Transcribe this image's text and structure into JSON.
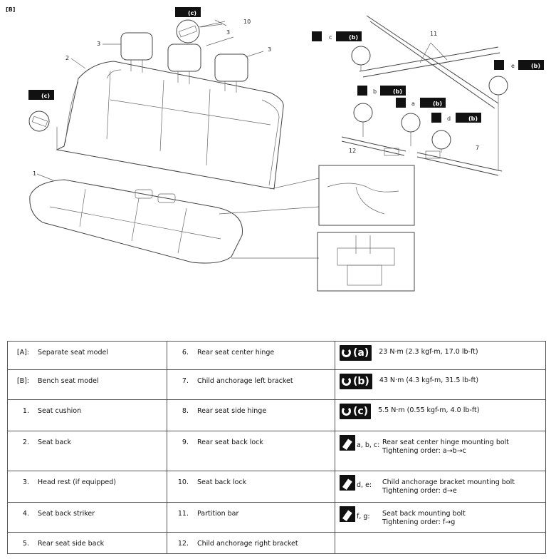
{
  "diagram": {
    "section_tag": "[B]",
    "callouts": [
      "1",
      "2",
      "3",
      "3",
      "3",
      "10",
      "11",
      "12",
      "7"
    ],
    "torque_callouts": {
      "c_left": "(c)",
      "c_top": "(c)",
      "b_upper": "(b)",
      "b_right": "(b)",
      "b_mid": "(b)",
      "a_mid": "(b)",
      "d_mid": "(b)"
    },
    "order_letters": {
      "c": "c",
      "e": "e",
      "b": "b",
      "a": "a",
      "d": "d"
    }
  },
  "legend": {
    "rows": [
      {
        "n1": "[A]:",
        "d1": "Separate seat model",
        "n2": "6.",
        "d2": "Rear seat center hinge",
        "badge": "(a)",
        "value": "23 N·m (2.3 kgf-m, 17.0 lb-ft)"
      },
      {
        "n1": "[B]:",
        "d1": "Bench seat model",
        "n2": "7.",
        "d2": "Child anchorage left bracket",
        "badge": "(b)",
        "value": "43 N·m (4.3 kgf-m, 31.5 lb-ft)"
      },
      {
        "n1": "1.",
        "d1": "Seat cushion",
        "n2": "8.",
        "d2": "Rear seat side hinge",
        "badge": "(c)",
        "value": "5.5 N·m (0.55 kgf-m, 4.0 lb-ft)"
      },
      {
        "n1": "2.",
        "d1": "Seat back",
        "n2": "9.",
        "d2": "Rear seat back lock",
        "letters": "a, b, c:",
        "line1": "Rear seat center hinge mounting bolt",
        "line2": "Tightening order: a→b→c"
      },
      {
        "n1": "3.",
        "d1": "Head rest (if equipped)",
        "n2": "10.",
        "d2": "Seat back lock",
        "letters": "d, e:",
        "line1": "Child anchorage bracket mounting bolt",
        "line2": "Tightening order: d→e"
      },
      {
        "n1": "4.",
        "d1": "Seat back striker",
        "n2": "11.",
        "d2": "Partition bar",
        "letters": "f, g:",
        "line1": "Seat back mounting bolt",
        "line2": "Tightening order: f→g"
      },
      {
        "n1": "5.",
        "d1": "Rear seat side back",
        "n2": "12.",
        "d2": "Child anchorage right bracket"
      }
    ]
  },
  "colors": {
    "badge": "#111111",
    "border": "#555555",
    "line": "#444444"
  }
}
